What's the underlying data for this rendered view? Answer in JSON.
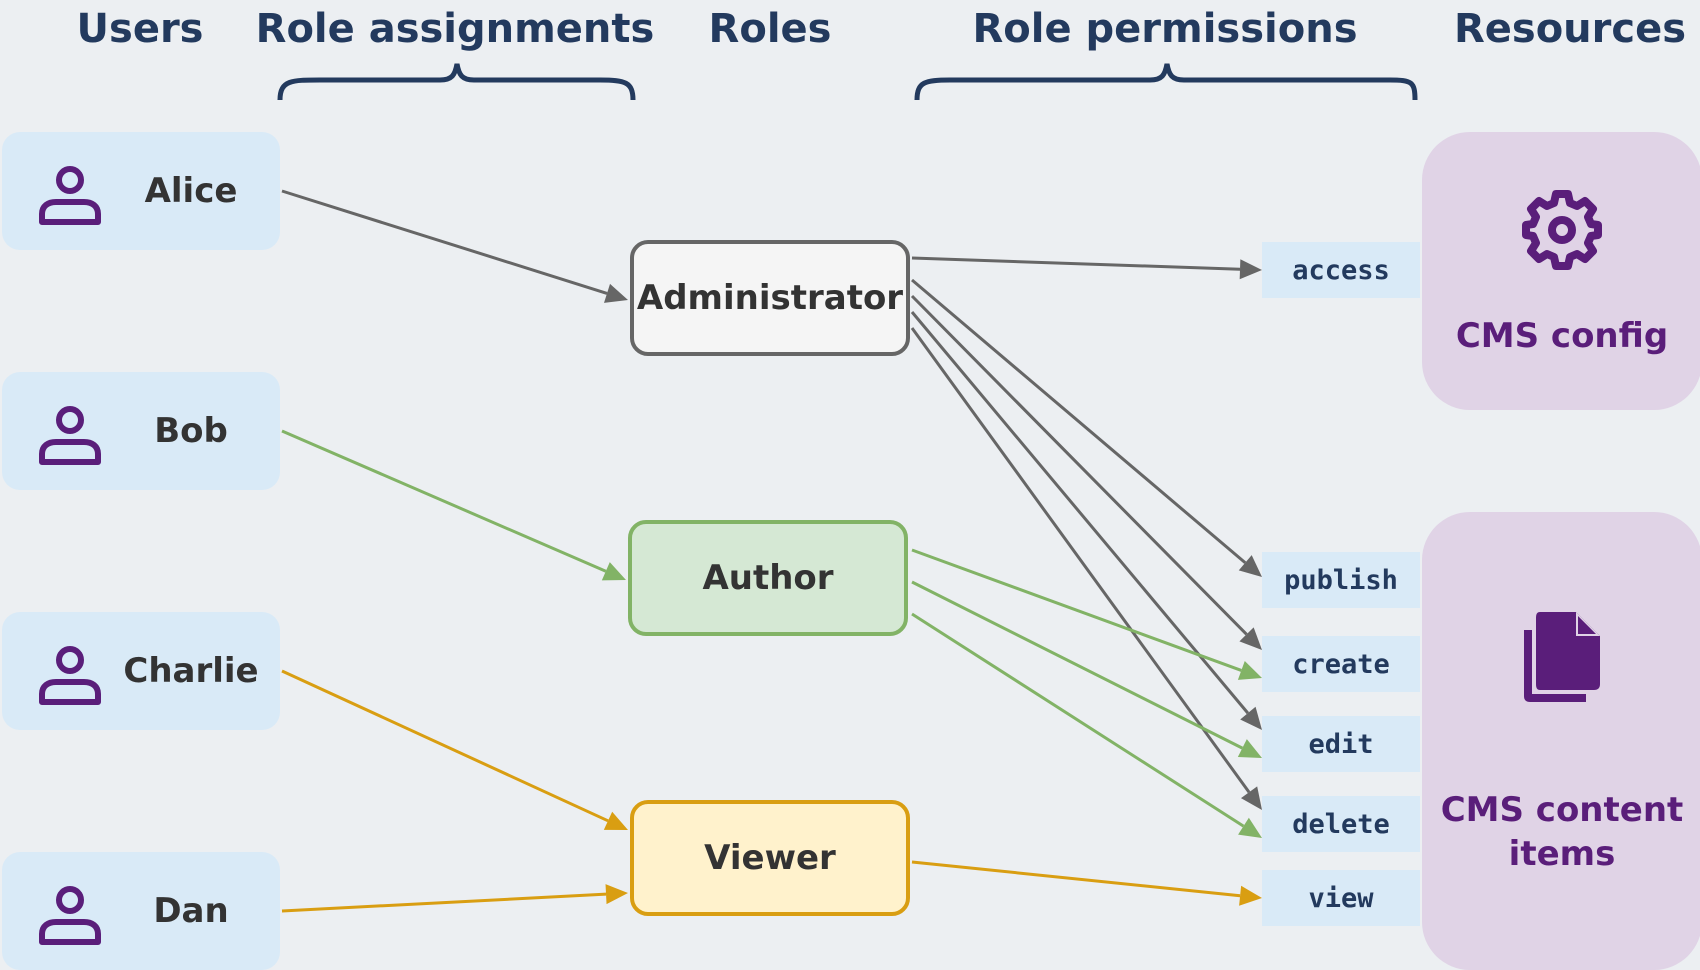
{
  "headers": {
    "users": "Users",
    "role_assignments": "Role assignments",
    "roles": "Roles",
    "role_permissions": "Role permissions",
    "resources": "Resources"
  },
  "users": [
    {
      "id": "alice",
      "name": "Alice"
    },
    {
      "id": "bob",
      "name": "Bob"
    },
    {
      "id": "charlie",
      "name": "Charlie"
    },
    {
      "id": "dan",
      "name": "Dan"
    }
  ],
  "roles": [
    {
      "id": "administrator",
      "name": "Administrator",
      "fill": "#f5f5f5",
      "stroke": "#666666"
    },
    {
      "id": "author",
      "name": "Author",
      "fill": "#d5e8d4",
      "stroke": "#82b366"
    },
    {
      "id": "viewer",
      "name": "Viewer",
      "fill": "#fff2cc",
      "stroke": "#d99e12"
    }
  ],
  "permissions": [
    {
      "id": "access",
      "label": "access"
    },
    {
      "id": "publish",
      "label": "publish"
    },
    {
      "id": "create",
      "label": "create"
    },
    {
      "id": "edit",
      "label": "edit"
    },
    {
      "id": "delete",
      "label": "delete"
    },
    {
      "id": "view",
      "label": "view"
    }
  ],
  "resources": [
    {
      "id": "cms-config",
      "name": "CMS config",
      "icon": "gear-icon"
    },
    {
      "id": "cms-content-items",
      "name_lines": [
        "CMS content",
        "items"
      ],
      "icon": "document-copy-icon"
    }
  ],
  "assignments": [
    {
      "from": "alice",
      "to": "administrator",
      "color": "#666666"
    },
    {
      "from": "bob",
      "to": "author",
      "color": "#82b366"
    },
    {
      "from": "charlie",
      "to": "viewer",
      "color": "#d99e12"
    },
    {
      "from": "dan",
      "to": "viewer",
      "color": "#d99e12"
    }
  ],
  "role_permissions": [
    {
      "role": "administrator",
      "permission": "access",
      "color": "#666666"
    },
    {
      "role": "administrator",
      "permission": "publish",
      "color": "#666666"
    },
    {
      "role": "administrator",
      "permission": "create",
      "color": "#666666"
    },
    {
      "role": "administrator",
      "permission": "edit",
      "color": "#666666"
    },
    {
      "role": "administrator",
      "permission": "delete",
      "color": "#666666"
    },
    {
      "role": "author",
      "permission": "create",
      "color": "#82b366"
    },
    {
      "role": "author",
      "permission": "edit",
      "color": "#82b366"
    },
    {
      "role": "author",
      "permission": "delete",
      "color": "#82b366"
    },
    {
      "role": "viewer",
      "permission": "view",
      "color": "#d99e12"
    }
  ],
  "colors": {
    "user_box": "#d9eaf7",
    "user_icon": "#5a1e7a",
    "header_text": "#233a5e",
    "resource_box": "#e0d3e6",
    "resource_text": "#5a1e7a",
    "brace": "#233a5e"
  }
}
